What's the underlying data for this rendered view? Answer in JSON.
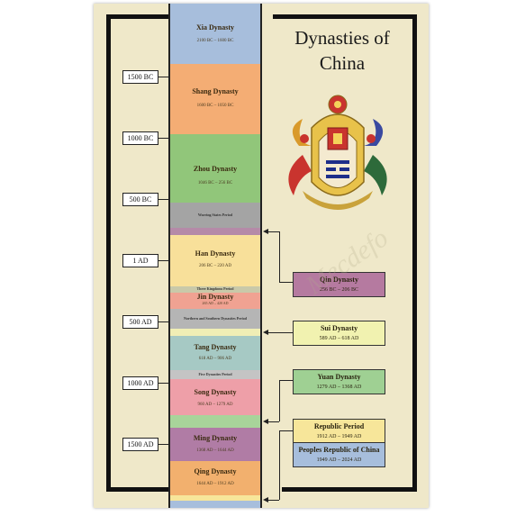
{
  "title": "Dynasties of China",
  "watermark": "Mecdefo",
  "colors": {
    "xia": "#a7bedc",
    "shang": "#f4ad74",
    "zhou": "#91c67a",
    "warring": "#a4a4a4",
    "han": "#f8e09a",
    "three": "#c9c9a9",
    "jin": "#f0a292",
    "north": "#b5b5b5",
    "sui_band": "#f0eeb5",
    "tang": "#a6c9c4",
    "five": "#c4c4c4",
    "song": "#ee9fa8",
    "yuan_band": "#a8d49a",
    "ming": "#b07ca5",
    "qing": "#f2b06e",
    "qin_box": "#b57aa0",
    "sui_box": "#f1f2b0",
    "yuan_box": "#9fd093",
    "republic_box": "#f7e69a",
    "prc_box": "#a7bedc"
  },
  "bands": [
    {
      "name": "Xia Dynasty",
      "dates": "2100 BC – 1600 BC"
    },
    {
      "name": "Shang Dynasty",
      "dates": "1600 BC – 1050 BC"
    },
    {
      "name": "Zhou Dynasty",
      "dates": "1046 BC – 256 BC"
    },
    {
      "name": "Han Dynasty",
      "dates": "206 BC – 220 AD"
    },
    {
      "name": "Jin Dynasty",
      "dates": "265 AD – 420 AD"
    },
    {
      "name": "Tang Dynasty",
      "dates": "618 AD – 906 AD"
    },
    {
      "name": "Song Dynasty",
      "dates": "960 AD – 1279 AD"
    },
    {
      "name": "Ming Dynasty",
      "dates": "1368 AD – 1644 AD"
    },
    {
      "name": "Qing Dynasty",
      "dates": "1644 AD – 1912 AD"
    }
  ],
  "thin_labels": {
    "warring": "Warring States Period",
    "three": "Three Kingdoms Period",
    "north": "Northern and Southern Dynasties Period",
    "five": "Five Dynasties Period"
  },
  "year_markers": [
    "1500 BC",
    "1000 BC",
    "500 BC",
    "1 AD",
    "500 AD",
    "1000 AD",
    "1500 AD"
  ],
  "side_boxes": [
    {
      "name": "Qin Dynasty",
      "dates": "256 BC – 206 BC"
    },
    {
      "name": "Sui Dynasty",
      "dates": "589 AD – 618 AD"
    },
    {
      "name": "Yuan Dynasty",
      "dates": "1279 AD – 1368 AD"
    },
    {
      "name": "Republic Period",
      "dates": "1912 AD – 1949 AD"
    },
    {
      "name": "Peoples Republic of China",
      "dates": "1949 AD – 2024 AD"
    }
  ]
}
